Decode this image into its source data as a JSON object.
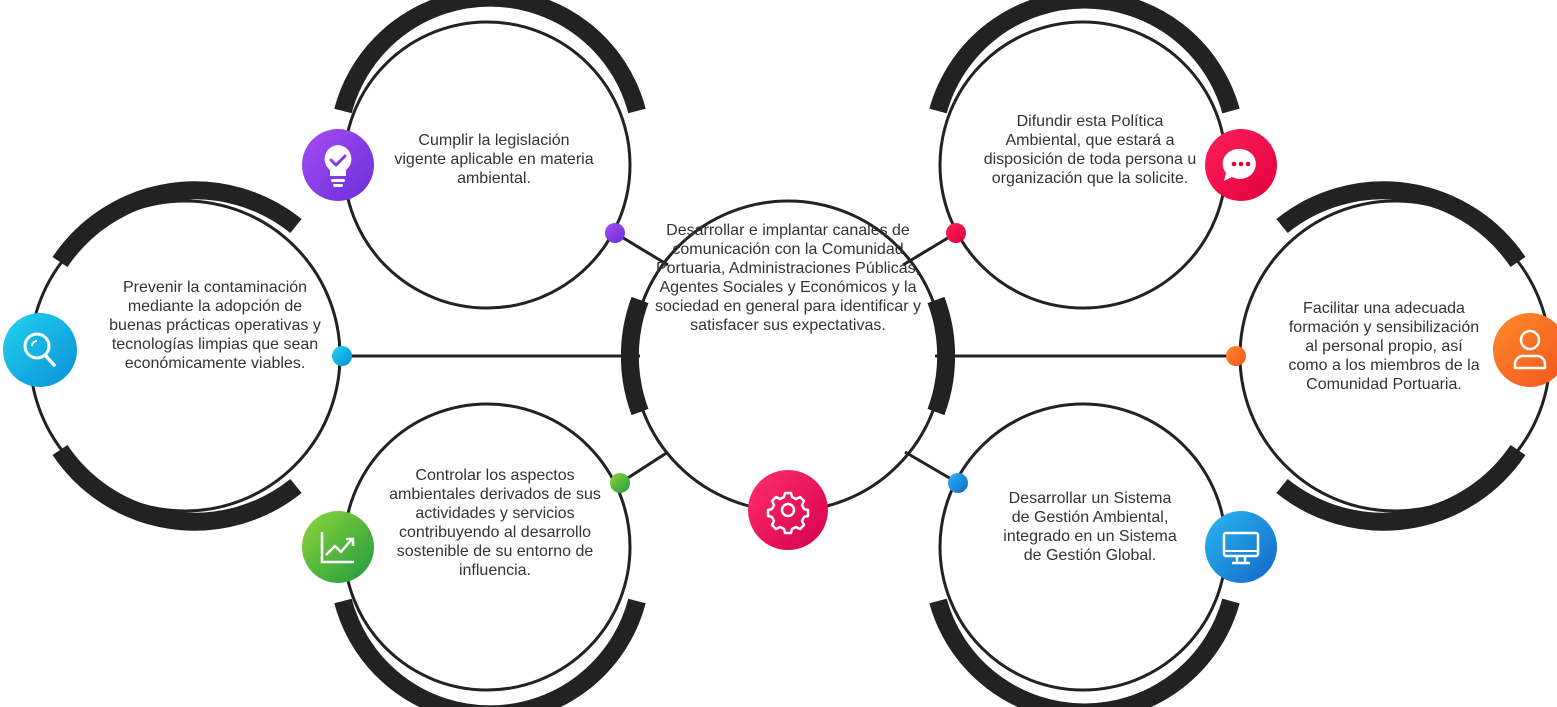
{
  "nodes": [
    {
      "id": "cumplir",
      "text": "Cumplir la legislación vigente aplicable en materia ambiental.",
      "icon": "lightbulb-check-icon",
      "color_a": "#a64bf4",
      "color_b": "#6a2fd8",
      "dot": "#9b55e8"
    },
    {
      "id": "difundir",
      "text": "Difundir esta Política Ambiental, que estará a disposición de toda persona u organización que la solicite.",
      "icon": "chat-bubble-icon",
      "color_a": "#ff1f5a",
      "color_b": "#e0003c",
      "dot": "#e6003a"
    },
    {
      "id": "prevenir",
      "text": "Prevenir la contaminación mediante la adopción de buenas prácticas operativas y tecnologías limpias que sean económicamente viables.",
      "icon": "magnifier-icon",
      "color_a": "#22d3f0",
      "color_b": "#0a8fd6",
      "dot": "#1aa3e0"
    },
    {
      "id": "canales",
      "text": "Desarrollar e implantar canales de comunicación con la Comunidad Portuaria, Administraciones Públicas, Agentes Sociales y Económicos y la sociedad en general para identificar y satisfacer sus expectativas.",
      "icon": "gear-icon",
      "color_a": "#ff2f6a",
      "color_b": "#d4004f",
      "dot": "#e0004f"
    },
    {
      "id": "facilitar",
      "text": "Facilitar una adecuada formación y sensibilización al personal propio, así como a los miembros de la Comunidad Portuaria.",
      "icon": "person-icon",
      "color_a": "#ff8a2a",
      "color_b": "#f2551e",
      "dot": "#f36a24"
    },
    {
      "id": "controlar",
      "text": "Controlar los aspectos ambientales derivados de sus actividades y servicios contribuyendo al desarrollo sostenible de su entorno de influencia.",
      "icon": "trend-chart-icon",
      "color_a": "#8ed63a",
      "color_b": "#1f9a3f",
      "dot": "#55b43a"
    },
    {
      "id": "sistema",
      "text": "Desarrollar un Sistema de Gestión Ambiental, integrado en un Sistema de Gestión Global.",
      "icon": "monitor-icon",
      "color_a": "#2bb8f0",
      "color_b": "#1166c8",
      "dot": "#1d7fd2"
    }
  ]
}
